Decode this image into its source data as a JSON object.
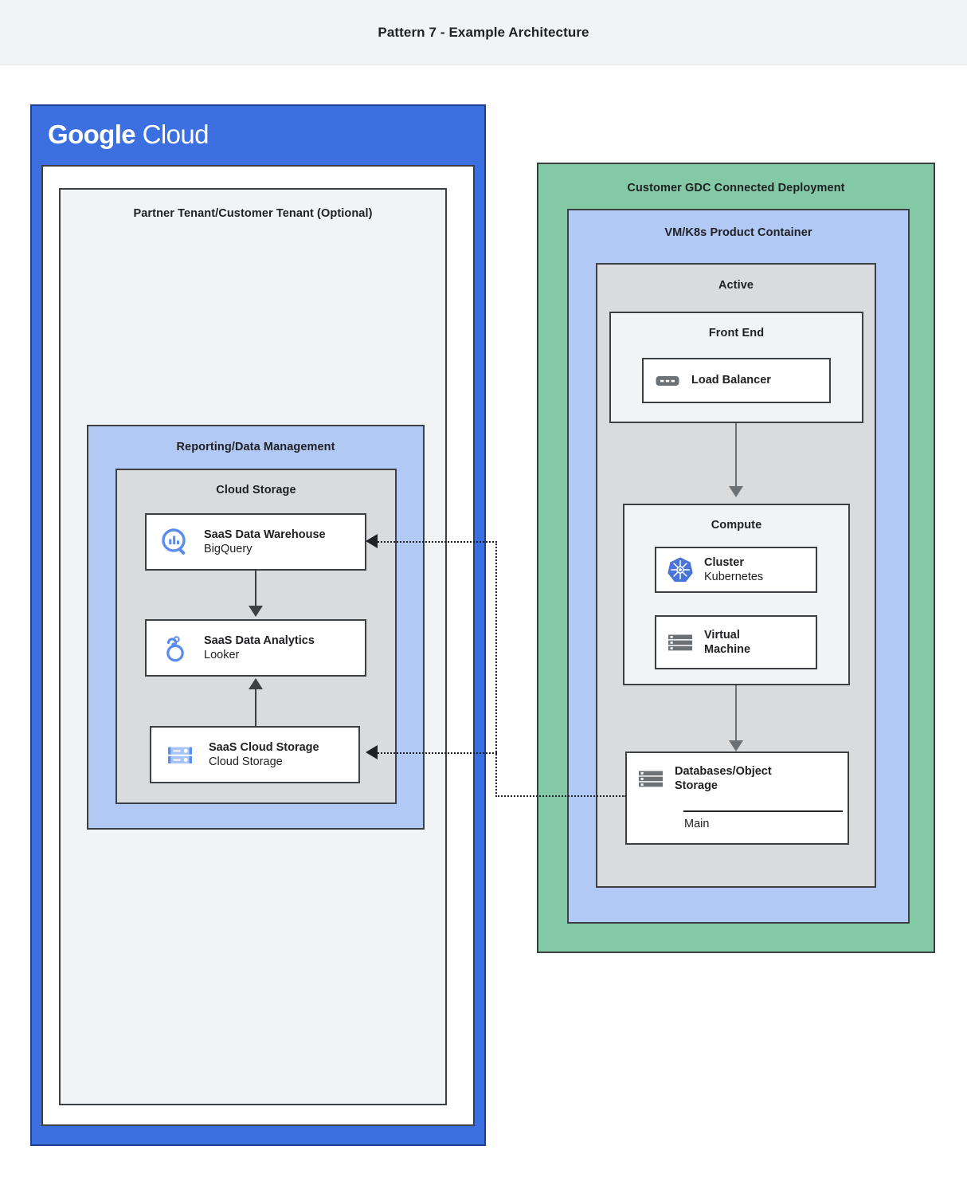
{
  "header": {
    "title": "Pattern 7 - Example Architecture"
  },
  "google_cloud": {
    "logo_bold": "Google",
    "logo_light": "Cloud",
    "brand_color": "#3c6fe0",
    "tenant": {
      "title": "Partner Tenant/Customer Tenant (Optional)"
    },
    "reporting": {
      "title": "Reporting/Data Management",
      "color": "#b3c9f5",
      "cloud_storage_group": {
        "title": "Cloud Storage",
        "color": "#d9dbdd",
        "services": [
          {
            "icon": "bigquery-icon",
            "primary": "SaaS Data Warehouse",
            "secondary": "BigQuery"
          },
          {
            "icon": "looker-icon",
            "primary": "SaaS Data Analytics",
            "secondary": "Looker"
          },
          {
            "icon": "cloud-storage-icon",
            "primary": "SaaS Cloud Storage",
            "secondary": "Cloud Storage"
          }
        ]
      }
    }
  },
  "gdc": {
    "title": "Customer GDC Connected Deployment",
    "color": "#84c9a5",
    "product_container": {
      "title": "VM/K8s Product Container",
      "color": "#b3c9f5",
      "active": {
        "title": "Active",
        "color": "#d9dbdd",
        "front_end": {
          "title": "Front End",
          "color": "#f1f3f4",
          "services": [
            {
              "icon": "load-balancer-icon",
              "primary": "Load Balancer",
              "secondary": ""
            }
          ]
        },
        "compute": {
          "title": "Compute",
          "color": "#f1f3f4",
          "services": [
            {
              "icon": "kubernetes-icon",
              "primary": "Cluster",
              "secondary": "Kubernetes"
            },
            {
              "icon": "virtual-machine-icon",
              "primary": "Virtual",
              "secondary": "Machine"
            }
          ]
        },
        "database": {
          "icon": "database-storage-icon",
          "primary_line_1": "Databases/Object",
          "primary_line_2": "Storage",
          "sub_label": "Main"
        }
      }
    }
  },
  "connectors": {
    "lb_to_compute": "arrow-down",
    "compute_to_database": "arrow-down",
    "warehouse_to_analytics": "arrow-down",
    "storage_to_analytics": "arrow-up",
    "database_to_warehouse": "dotted-arrow-left",
    "database_to_cloud_storage": "dotted-arrow-left"
  }
}
